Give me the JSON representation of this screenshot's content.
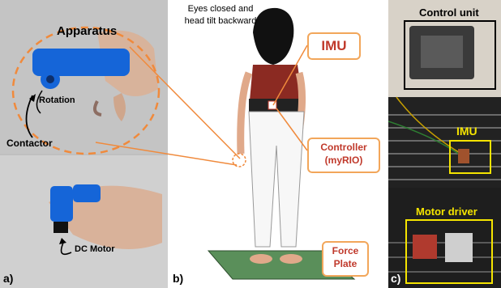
{
  "panel_a": {
    "label": "a)",
    "title": "Apparatus",
    "rotation": "Rotation",
    "contactor": "Contactor",
    "dc_motor": "DC Motor"
  },
  "panel_b": {
    "label": "b)",
    "eyes_line1": "Eyes closed and",
    "eyes_line2": "head tilt backward",
    "imu": "IMU",
    "controller_line1": "Controller",
    "controller_line2": "(myRIO)",
    "force_line1": "Force",
    "force_line2": "Plate"
  },
  "panel_c": {
    "label": "c)",
    "control_unit": "Control unit",
    "imu": "IMU",
    "motor_driver": "Motor driver"
  },
  "colors": {
    "callout_border": "#f2a65a",
    "callout_text": "#c0392b",
    "dashed_circle": "#f08a3c",
    "device_blue": "#1565d8",
    "highlight_yellow": "#f5e400",
    "force_plate": "#5a8f5a"
  }
}
